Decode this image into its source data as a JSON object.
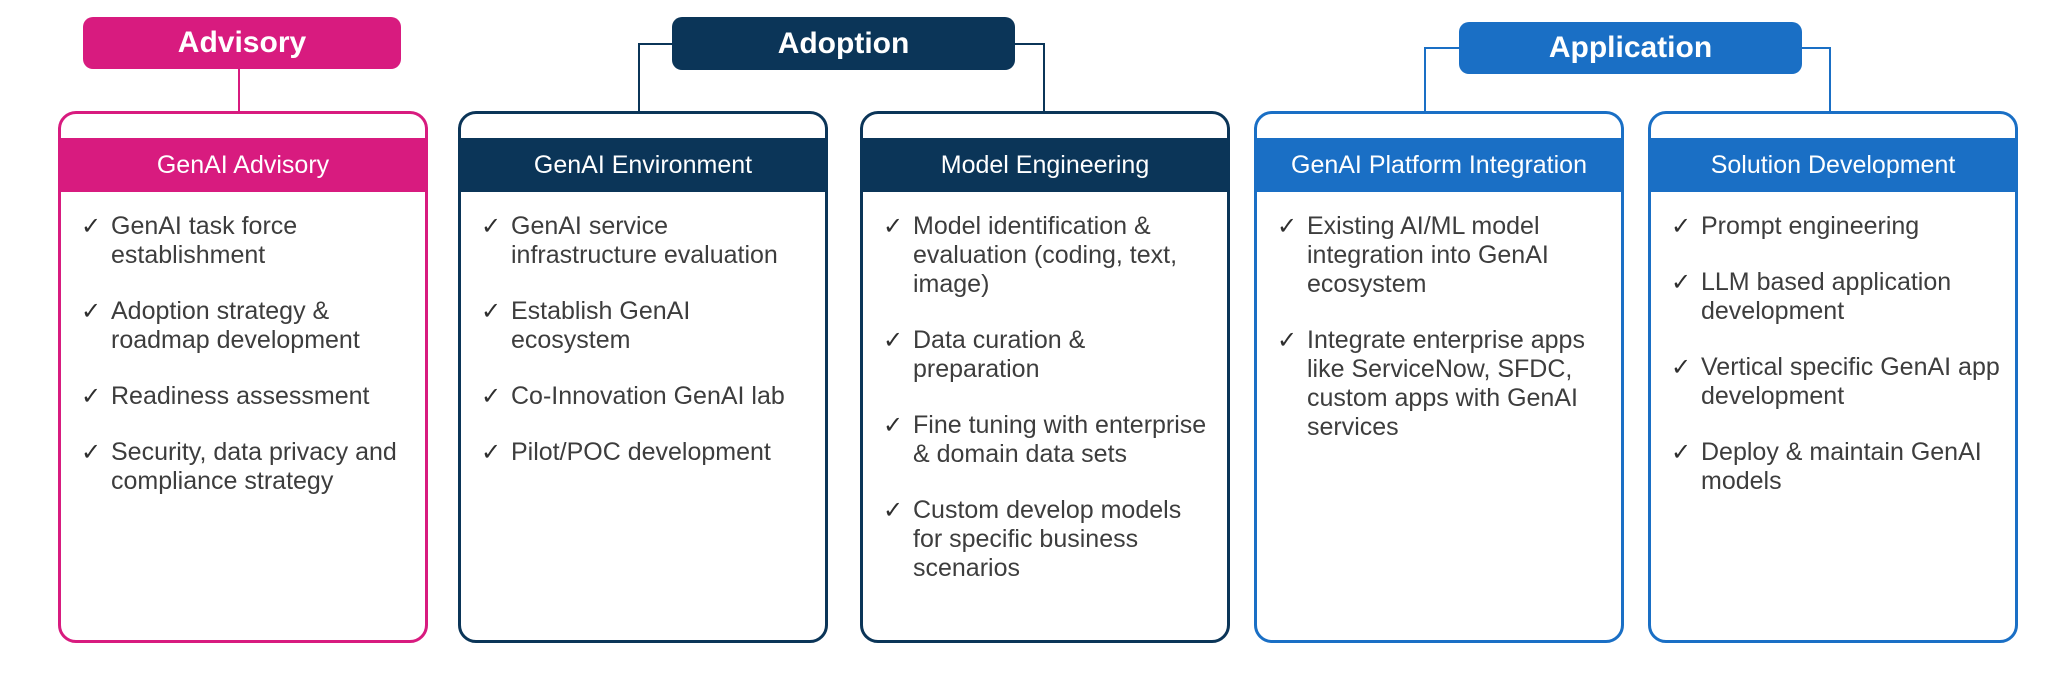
{
  "categories": [
    {
      "label": "Advisory",
      "color": "#d81b7f"
    },
    {
      "label": "Adoption",
      "color": "#0b3558"
    },
    {
      "label": "Application",
      "color": "#1a6fc5"
    }
  ],
  "cards": [
    {
      "title": "GenAI  Advisory",
      "color": "#d81b7f",
      "items": [
        "GenAI  task force establishment",
        "Adoption strategy & roadmap development",
        "Readiness assessment",
        "Security, data privacy and compliance strategy"
      ]
    },
    {
      "title": "GenAI  Environment",
      "color": "#0b3558",
      "items": [
        "GenAI service infrastructure evaluation",
        "Establish GenAI ecosystem",
        "Co-Innovation GenAI lab",
        "Pilot/POC development"
      ]
    },
    {
      "title": "Model Engineering",
      "color": "#0b3558",
      "items": [
        "Model identification & evaluation (coding, text, image)",
        "Data curation & preparation",
        "Fine tuning with enterprise & domain data sets",
        "Custom develop models for specific business scenarios"
      ]
    },
    {
      "title": "GenAI  Platform Integration",
      "color": "#1a6fc5",
      "items": [
        "Existing AI/ML model integration into GenAI ecosystem",
        "Integrate enterprise apps like ServiceNow, SFDC, custom apps with GenAI services"
      ]
    },
    {
      "title": "Solution Development",
      "color": "#1a6fc5",
      "items": [
        "Prompt engineering",
        "LLM based application development",
        "Vertical specific GenAI app development",
        "Deploy & maintain GenAI models"
      ]
    }
  ],
  "check_glyph": "✓"
}
